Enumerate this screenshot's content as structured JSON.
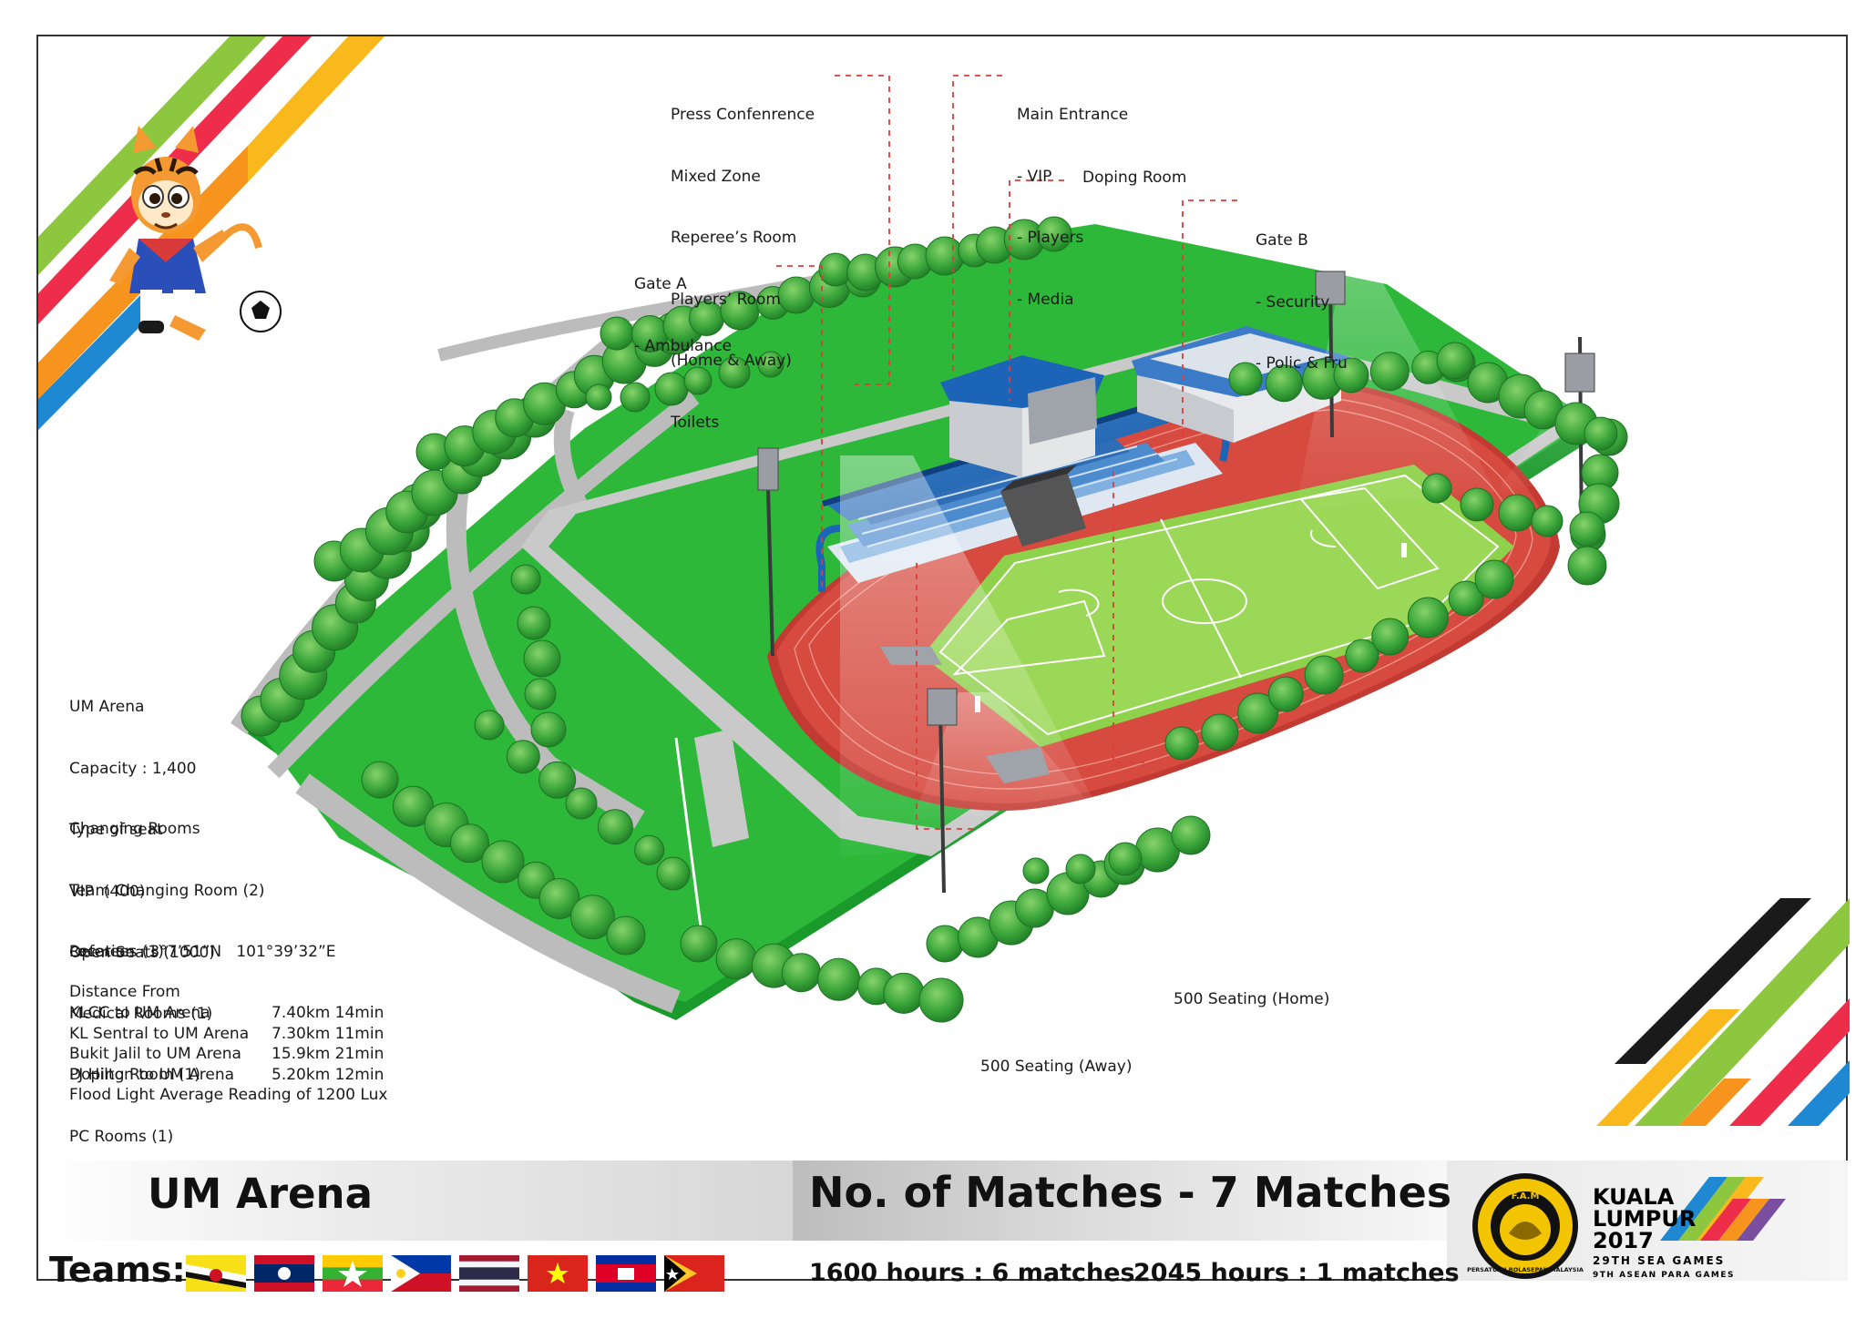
{
  "labels": {
    "press": [
      "Press Confenrence",
      "Mixed Zone",
      "Reperee’s Room",
      "Players’ Room",
      "(Home & Away)",
      "Toilets"
    ],
    "entrance": [
      "Main Entrance",
      "- VIP",
      "- Players",
      "- Media"
    ],
    "doping": "Doping Room",
    "gate_b": [
      "Gate B",
      "- Security",
      "- Polic & Fru"
    ],
    "gate_a": [
      "Gate A",
      "- Ambulance"
    ],
    "seat_home": "500 Seating (Home)",
    "seat_away": "500 Seating (Away)"
  },
  "info": {
    "arena": [
      "UM Arena",
      "Capacity : 1,400",
      "Type of seat",
      "VIP  (400)",
      "Open Seats (1000)"
    ],
    "rooms": [
      "Changing Rooms",
      "Team Changing Room (2)",
      "Referees (1)",
      "Medical Rooms (1)",
      "Doping Room (1)",
      "PC Rooms (1)"
    ],
    "location": "Location : 3°7’51”N   101°39’32”E",
    "distance_title": "Distance From",
    "distances": [
      [
        "KLCC to UM Arena",
        "7.40km 14min"
      ],
      [
        "KL Sentral to UM Arena",
        "7.30km 11min"
      ],
      [
        "Bukit Jalil to UM Arena",
        "15.9km 21min"
      ],
      [
        "PJ Hilton to UM Arena",
        "5.20km 12min"
      ]
    ],
    "flood": "Flood Light Average Reading of 1200 Lux"
  },
  "bottom": {
    "venue": "UM Arena",
    "matches": "No. of Matches - 7 Matches",
    "teams_label": "Teams:",
    "time_a": "1600 hours : 6 matches",
    "time_b": "2045 hours : 1 matches",
    "flags": [
      "brunei-flag",
      "laos-flag",
      "myanmar-flag",
      "philippines-flag",
      "thailand-flag",
      "vietnam-flag",
      "cambodia-flag",
      "timor-leste-flag"
    ]
  },
  "logos": {
    "fam_top": "F.A.M",
    "fam_ring": "PERSATUAN BOLASEPAK MALAYSIA",
    "kl_line1": "KUALA",
    "kl_line2": "LUMPUR",
    "kl_year": "2017",
    "kl_games": "29TH SEA GAMES",
    "kl_para": "9TH ASEAN PARA GAMES"
  },
  "colors": {
    "grass": "#2db83a",
    "track": "#d64a3f",
    "field": "#8ed14b",
    "road": "#bcbcbc",
    "stand_roof": "#1c64b8",
    "leader": "#e23b3b"
  }
}
